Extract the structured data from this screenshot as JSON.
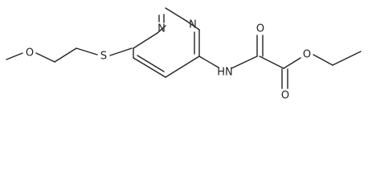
{
  "structure": {
    "atom_labels": {
      "oxygen_ether": "O",
      "sulfur": "S",
      "nitrogen_ring_top": "N",
      "nitrogen_ring_right": "N",
      "amide_nh": "HN",
      "oxygen_amide": "O",
      "oxygen_ester_single": "O",
      "oxygen_ester_carbonyl": "O"
    },
    "colors": {
      "bond": "#222222",
      "label": "#222222",
      "background": "#ffffff"
    }
  }
}
